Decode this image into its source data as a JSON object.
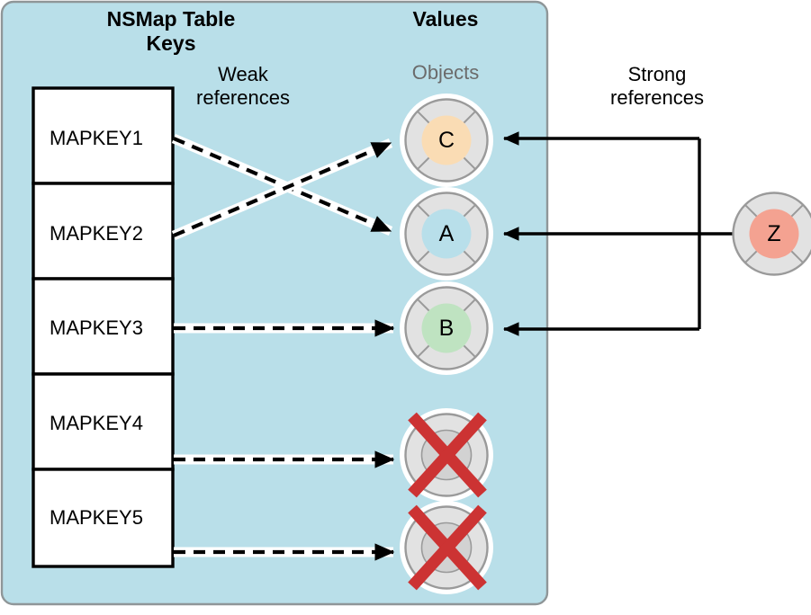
{
  "diagram": {
    "type": "diagram",
    "titles": {
      "keys": "NSMap Table\nKeys",
      "values": "Values"
    },
    "labels": {
      "objects": "Objects",
      "weak_references": "Weak\nreferences",
      "strong_references": "Strong\nreferences"
    },
    "colors": {
      "panel_fill": "#b9dfe9",
      "panel_border": "#8f9698",
      "cell_fill": "#ffffff",
      "cell_border": "#000000",
      "object_ring": "#e2e2e2",
      "object_ring_stroke": "#9a9a9a",
      "object_halo": "#ffffff",
      "object_c": "#fadcb4",
      "object_a": "#b8dfea",
      "object_b": "#bfe3c1",
      "object_z": "#f4a291",
      "object_dead": "#d2d2d2",
      "cross_red": "#cc3333",
      "arrow_black": "#000000",
      "objects_label_gray": "#6b6b6b"
    },
    "key_table": {
      "rows": [
        {
          "label": "MAPKEY1"
        },
        {
          "label": "MAPKEY2"
        },
        {
          "label": "MAPKEY3"
        },
        {
          "label": "MAPKEY4"
        },
        {
          "label": "MAPKEY5"
        }
      ]
    },
    "objects": [
      {
        "id": "C",
        "letter": "C",
        "alive": true,
        "color": "#fadcb4"
      },
      {
        "id": "A",
        "letter": "A",
        "alive": true,
        "color": "#b8dfea"
      },
      {
        "id": "B",
        "letter": "B",
        "alive": true,
        "color": "#bfe3c1"
      },
      {
        "id": "dead1",
        "letter": "",
        "alive": false,
        "color": "#d2d2d2"
      },
      {
        "id": "dead2",
        "letter": "",
        "alive": false,
        "color": "#d2d2d2"
      }
    ],
    "external_objects": [
      {
        "id": "Z",
        "letter": "Z",
        "alive": true,
        "color": "#f4a291"
      }
    ],
    "weak_reference_edges": [
      {
        "from": "MAPKEY1",
        "to": "A"
      },
      {
        "from": "MAPKEY2",
        "to": "C"
      },
      {
        "from": "MAPKEY3",
        "to": "B"
      },
      {
        "from": "MAPKEY4",
        "to": "dead1"
      },
      {
        "from": "MAPKEY5",
        "to": "dead2"
      }
    ],
    "strong_reference_edges": [
      {
        "from": "Z",
        "to": "C"
      },
      {
        "from": "Z",
        "to": "A"
      },
      {
        "from": "Z",
        "to": "B"
      }
    ]
  }
}
